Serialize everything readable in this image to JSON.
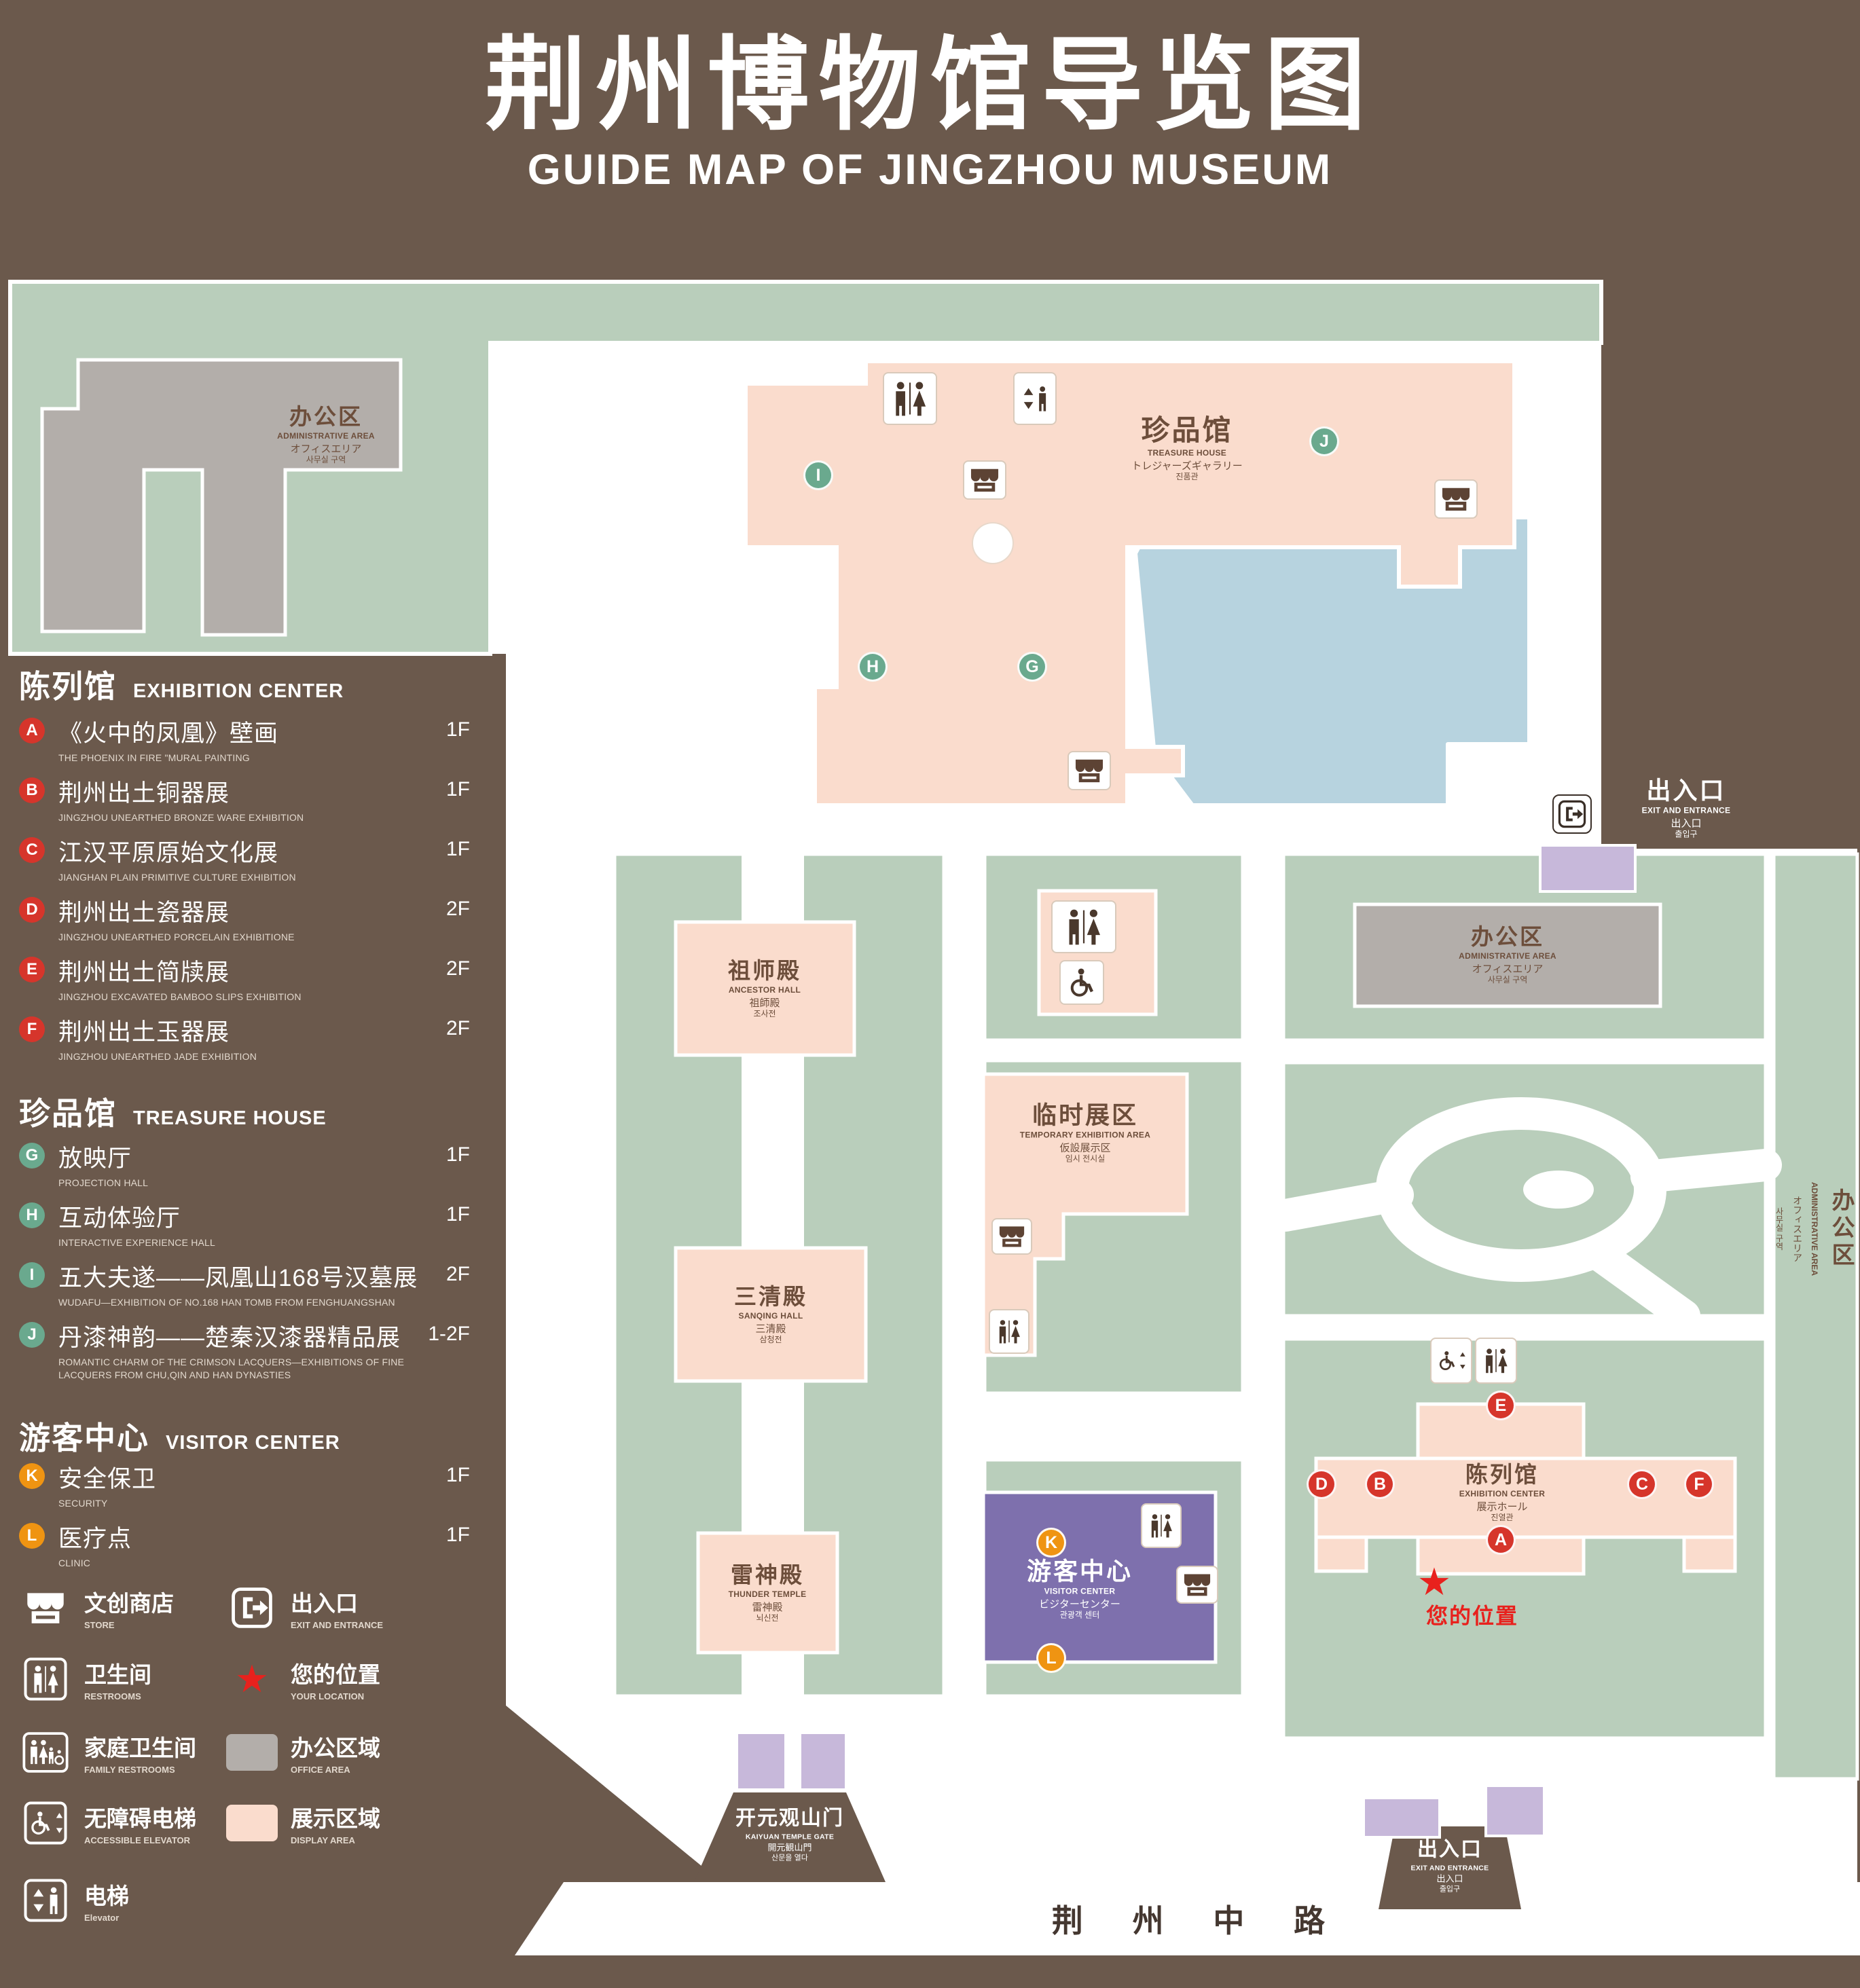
{
  "header": {
    "title_zh": "荆州博物馆导览图",
    "title_en": "GUIDE MAP OF JINGZHOU MUSEUM"
  },
  "sidebar": {
    "sections": [
      {
        "zh": "陈列馆",
        "en": "EXHIBITION CENTER",
        "items": [
          {
            "letter": "A",
            "zh": "《火中的凤凰》壁画",
            "en": "THE PHOENIX IN FIRE \"MURAL PAINTING",
            "floor": "1F"
          },
          {
            "letter": "B",
            "zh": "荆州出土铜器展",
            "en": "JINGZHOU UNEARTHED BRONZE WARE EXHIBITION",
            "floor": "1F"
          },
          {
            "letter": "C",
            "zh": "江汉平原原始文化展",
            "en": "JIANGHAN PLAIN PRIMITIVE CULTURE EXHIBITION",
            "floor": "1F"
          },
          {
            "letter": "D",
            "zh": "荆州出土瓷器展",
            "en": "JINGZHOU UNEARTHED PORCELAIN EXHIBITIONE",
            "floor": "2F"
          },
          {
            "letter": "E",
            "zh": "荆州出土简牍展",
            "en": "JINGZHOU EXCAVATED BAMBOO SLIPS EXHIBITION",
            "floor": "2F"
          },
          {
            "letter": "F",
            "zh": "荆州出土玉器展",
            "en": "JINGZHOU UNEARTHED JADE EXHIBITION",
            "floor": "2F"
          }
        ]
      },
      {
        "zh": "珍品馆",
        "en": "TREASURE HOUSE",
        "items": [
          {
            "letter": "G",
            "zh": "放映厅",
            "en": "PROJECTION HALL",
            "floor": "1F"
          },
          {
            "letter": "H",
            "zh": "互动体验厅",
            "en": "INTERACTIVE EXPERIENCE HALL",
            "floor": "1F"
          },
          {
            "letter": "I",
            "zh": "五大夫遂——凤凰山168号汉墓展",
            "en": "WUDAFU—EXHIBITION OF NO.168 HAN TOMB FROM FENGHUANGSHAN",
            "floor": "2F"
          },
          {
            "letter": "J",
            "zh": "丹漆神韵——楚秦汉漆器精品展",
            "en": "ROMANTIC CHARM OF THE CRIMSON LACQUERS—EXHIBITIONS OF FINE LACQUERS FROM CHU,QIN AND HAN DYNASTIES",
            "floor": "1-2F"
          }
        ]
      },
      {
        "zh": "游客中心",
        "en": "VISITOR CENTER",
        "items": [
          {
            "letter": "K",
            "zh": "安全保卫",
            "en": "SECURITY",
            "floor": "1F"
          },
          {
            "letter": "L",
            "zh": "医疗点",
            "en": "CLINIC",
            "floor": "1F"
          }
        ]
      }
    ],
    "symbols": [
      {
        "zh": "文创商店",
        "en": "STORE"
      },
      {
        "zh": "出入口",
        "en": "EXIT AND ENTRANCE"
      },
      {
        "zh": "卫生间",
        "en": "RESTROOMS"
      },
      {
        "zh": "您的位置",
        "en": "YOUR LOCATION"
      },
      {
        "zh": "家庭卫生间",
        "en": "FAMILY RESTROOMS"
      },
      {
        "zh": "办公区域",
        "en": "OFFICE AREA"
      },
      {
        "zh": "无障碍电梯",
        "en": "ACCESSIBLE ELEVATOR"
      },
      {
        "zh": "展示区域",
        "en": "DISPLAY AREA"
      },
      {
        "zh": "电梯",
        "en": "Elevator"
      }
    ]
  },
  "map": {
    "labels": {
      "admin": {
        "zh": "办公区",
        "en": "ADMINISTRATIVE AREA",
        "ja": "オフィスエリア",
        "ko": "사무실 구역"
      },
      "treasure": {
        "zh": "珍品馆",
        "en": "TREASURE HOUSE",
        "ja": "トレジャーズギャラリー",
        "ko": "진품관"
      },
      "exit": {
        "zh": "出入口",
        "en": "EXIT AND ENTRANCE",
        "ja": "出入口",
        "ko": "출입구"
      },
      "ancestor": {
        "zh": "祖师殿",
        "en": "ANCESTOR HALL",
        "ja": "祖師殿",
        "ko": "조사전"
      },
      "temporary": {
        "zh": "临时展区",
        "en": "TEMPORARY EXHIBITION AREA",
        "ja": "仮設展示区",
        "ko": "임시 전시실"
      },
      "sanqing": {
        "zh": "三清殿",
        "en": "SANQING HALL",
        "ja": "三清殿",
        "ko": "삼청전"
      },
      "thunder": {
        "zh": "雷神殿",
        "en": "THUNDER TEMPLE",
        "ja": "雷神殿",
        "ko": "뇌신전"
      },
      "visitor": {
        "zh": "游客中心",
        "en": "VISITOR CENTER",
        "ja": "ビジターセンター",
        "ko": "관광객 센터"
      },
      "exhibition": {
        "zh": "陈列馆",
        "en": "EXHIBITION CENTER",
        "ja": "展示ホール",
        "ko": "진열관"
      },
      "your_location": {
        "zh": "您的位置"
      },
      "gate": {
        "zh": "开元观山门",
        "en": "KAIYUAN TEMPLE GATE",
        "ja": "開元観山門",
        "ko": "산문을 열다"
      },
      "road": {
        "zh": "荆 州 中 路"
      }
    },
    "markers": {
      "A": "A",
      "B": "B",
      "C": "C",
      "D": "D",
      "E": "E",
      "F": "F",
      "G": "G",
      "H": "H",
      "I": "I",
      "J": "J",
      "K": "K",
      "L": "L"
    }
  },
  "colors": {
    "background": "#6b594c",
    "lawn": "#b9cebb",
    "display_area": "#fadccd",
    "office_area": "#b3aeaa",
    "water": "#b7d3df",
    "visitor_center": "#7e70ad",
    "gate_building": "#c7b8da",
    "marker_red": "#d6352b",
    "marker_green": "#6aa98e",
    "marker_orange": "#ef9412",
    "location_red": "#e8211d",
    "building_text": "#6d4e3b"
  }
}
